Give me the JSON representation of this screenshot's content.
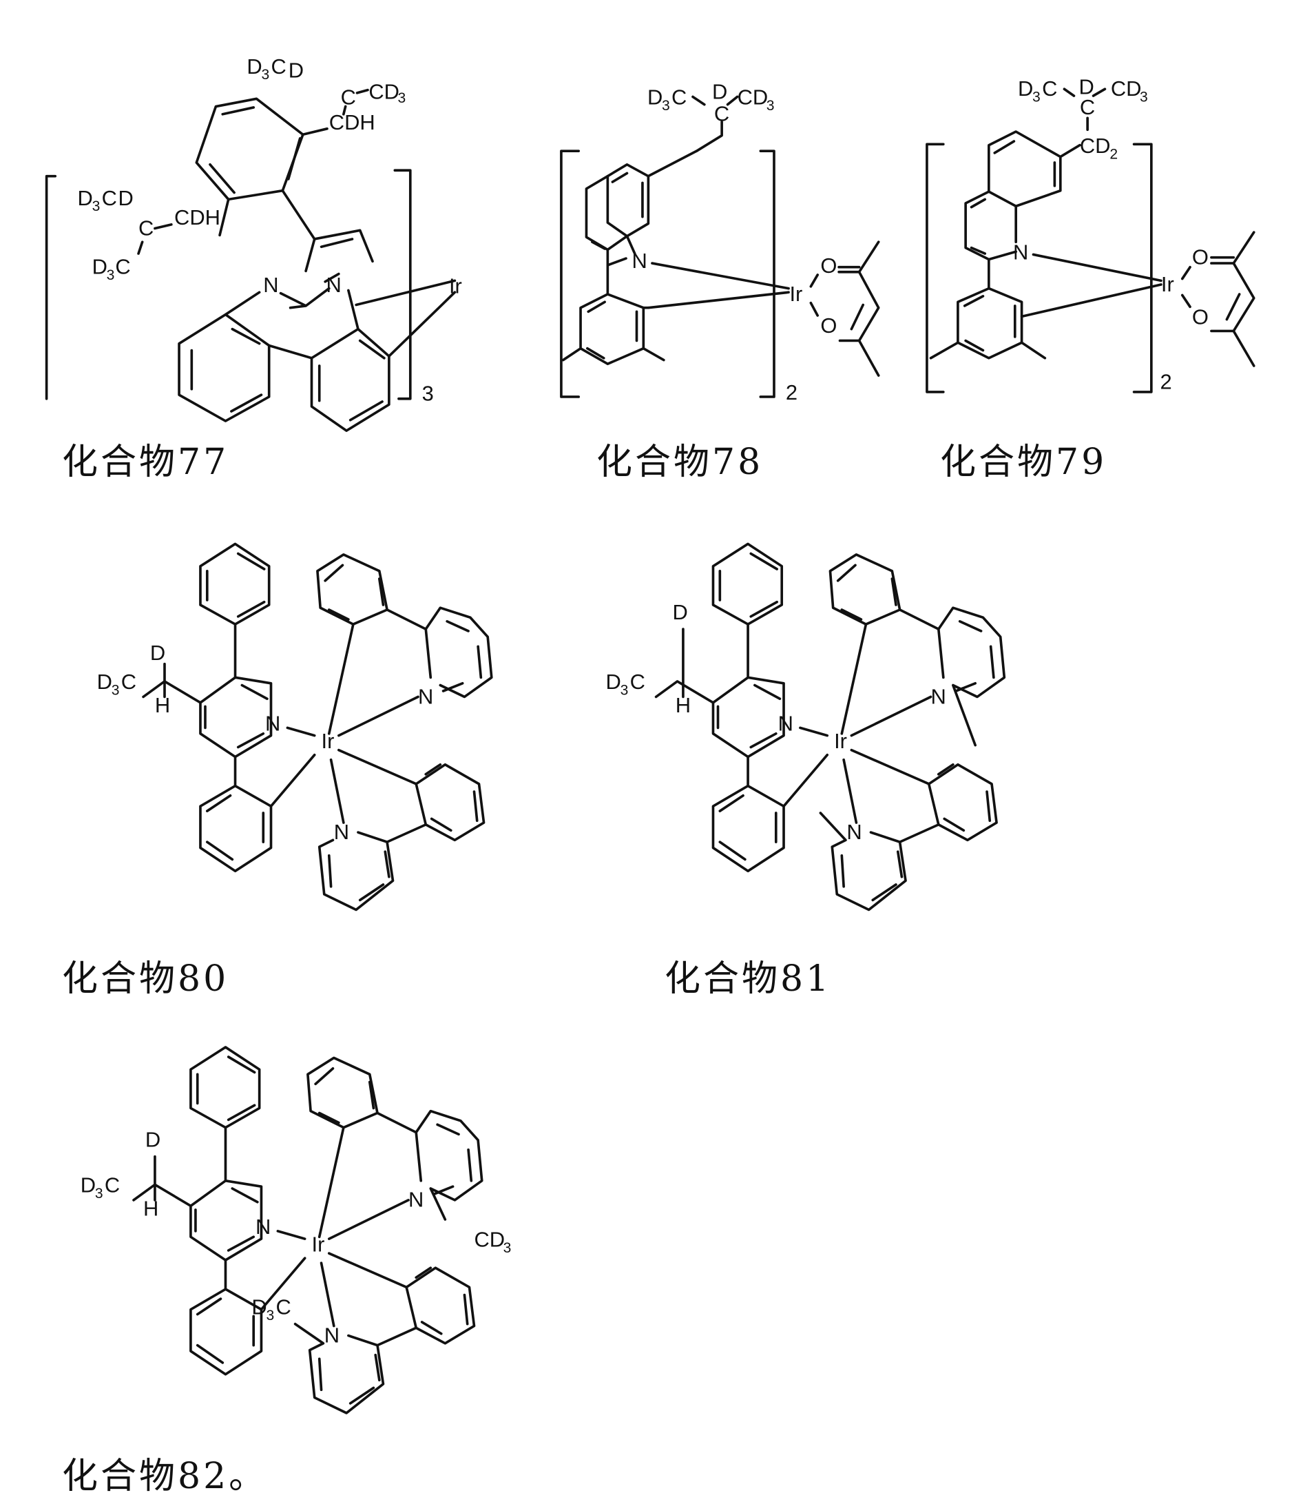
{
  "document": {
    "type": "patent-chemical-structures",
    "background": "#ffffff",
    "ink_color": "#111111"
  },
  "compounds": [
    {
      "id": "77",
      "caption": "化合物77",
      "metal": "Ir",
      "multiplier": "3",
      "labels": [
        "D3C",
        "D",
        "C",
        "CD3",
        "CDH",
        "D3C",
        "D",
        "C",
        "CDH",
        "D3C",
        "N",
        "N",
        "Ir"
      ]
    },
    {
      "id": "78",
      "caption": "化合物78",
      "metal": "Ir",
      "multiplier": "2",
      "labels": [
        "D3C",
        "D",
        "C",
        "CD3",
        "N",
        "Ir",
        "O",
        "O"
      ]
    },
    {
      "id": "79",
      "caption": "化合物79",
      "metal": "Ir",
      "multiplier": "2",
      "labels": [
        "D3C",
        "D",
        "C",
        "CD3",
        "CD2",
        "N",
        "Ir",
        "O",
        "O"
      ]
    },
    {
      "id": "80",
      "caption": "化合物80",
      "metal": "Ir",
      "labels": [
        "D",
        "D3C",
        "H",
        "N",
        "Ir",
        "N",
        "N"
      ]
    },
    {
      "id": "81",
      "caption": "化合物81",
      "metal": "Ir",
      "labels": [
        "D",
        "D3C",
        "H",
        "N",
        "Ir",
        "N",
        "N"
      ]
    },
    {
      "id": "82",
      "caption": "化合物82。",
      "metal": "Ir",
      "labels": [
        "D",
        "D3C",
        "H",
        "N",
        "Ir",
        "N",
        "CD3",
        "D3C",
        "N"
      ]
    }
  ]
}
